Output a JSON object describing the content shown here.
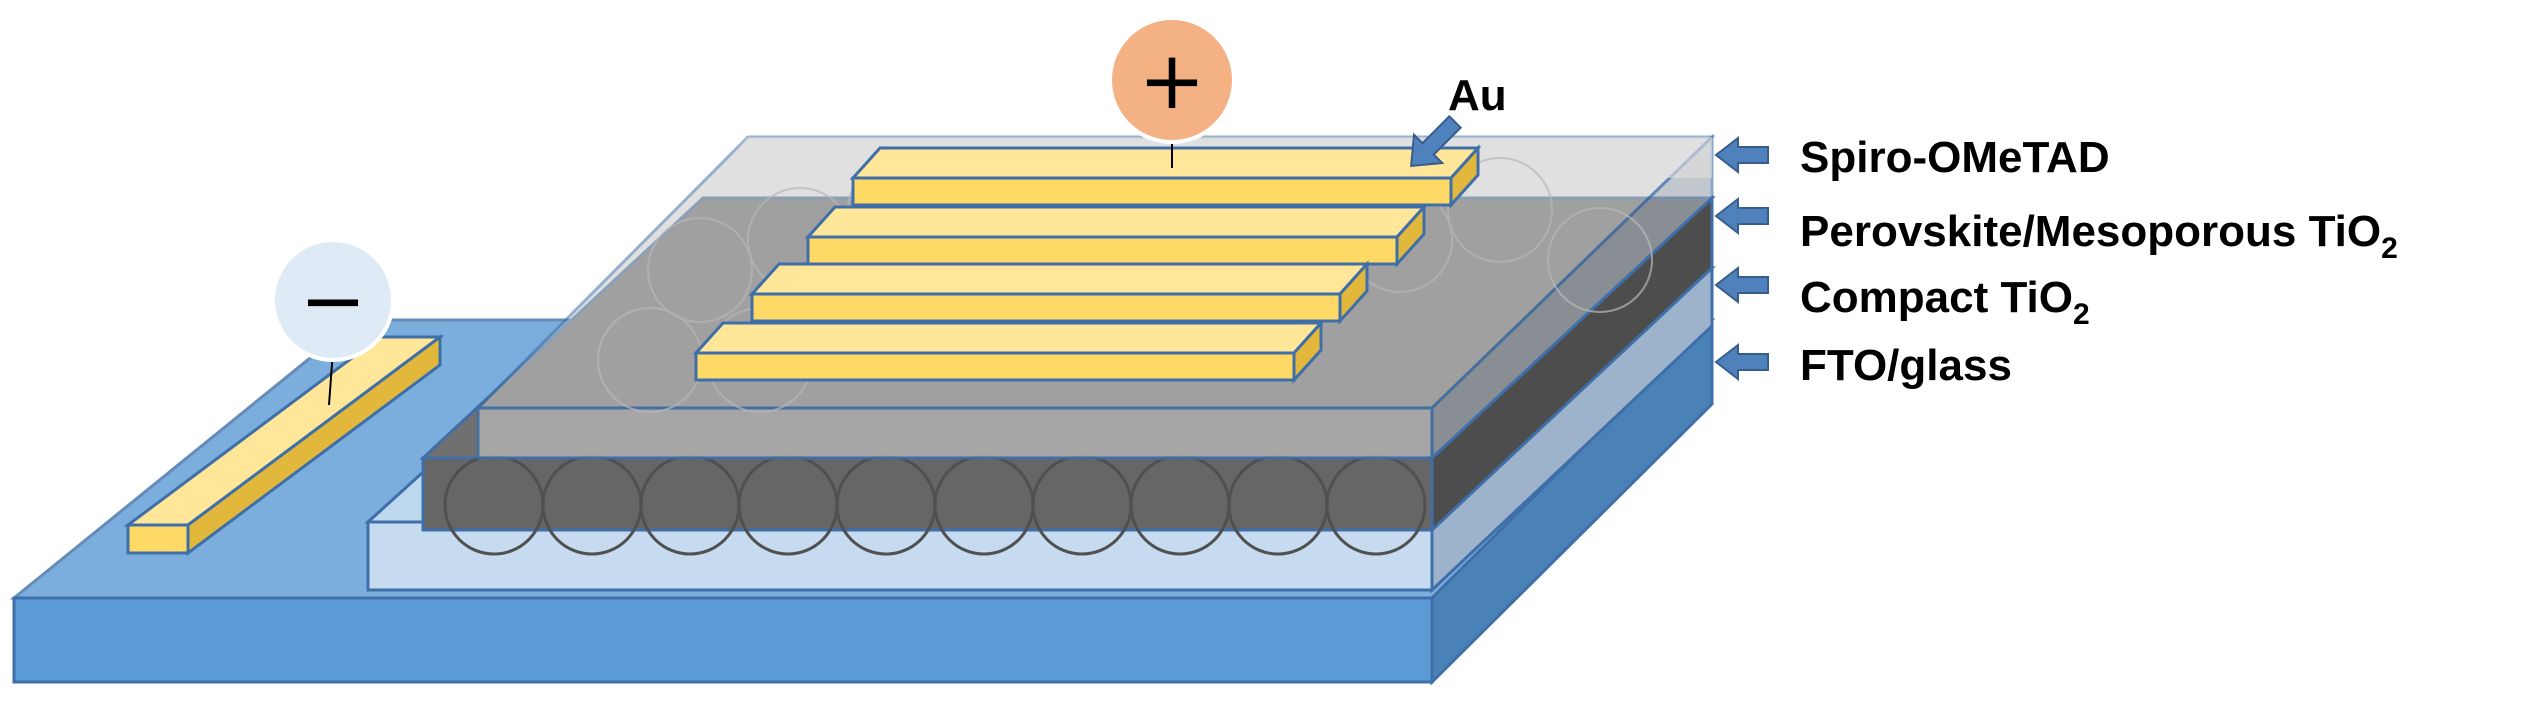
{
  "diagram": {
    "layers": [
      {
        "name": "Spiro-OMeTAD",
        "label": "Spiro-OMeTAD",
        "sub": "",
        "after": ""
      },
      {
        "name": "Perovskite/Mesoporous TiO2",
        "label": "Perovskite/Mesoporous TiO",
        "sub": "2",
        "after": ""
      },
      {
        "name": "Compact TiO2",
        "label": "Compact TiO",
        "sub": "2",
        "after": ""
      },
      {
        "name": "FTO/glass",
        "label": "FTO/glass",
        "sub": "",
        "after": ""
      }
    ],
    "electrode_label": "Au",
    "positive_terminal": "+",
    "negative_terminal": "−",
    "colors": {
      "fto": "#5b9bd5",
      "fto_side": "#4a82b8",
      "compact": "#bdd7ee",
      "perovskite": "#666666",
      "spiro": "#a6a6a6",
      "gold": "#ffd966",
      "gold_side": "#e2b83c",
      "positive": "#f4b183",
      "negative": "#deebf7",
      "arrow": "#4f81bd"
    }
  }
}
